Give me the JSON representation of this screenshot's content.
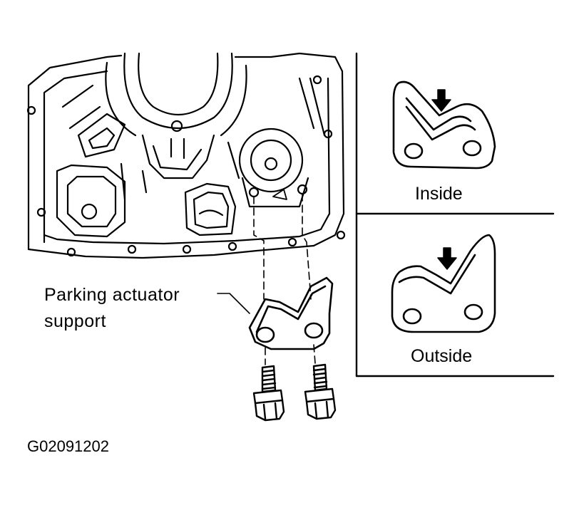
{
  "figure": {
    "callout": {
      "line1": "Parking actuator",
      "line2": "support"
    },
    "inset_top_label": "Inside",
    "inset_bottom_label": "Outside",
    "figure_id": "G02091202"
  },
  "colors": {
    "ink": "#000000",
    "paper": "#ffffff"
  }
}
